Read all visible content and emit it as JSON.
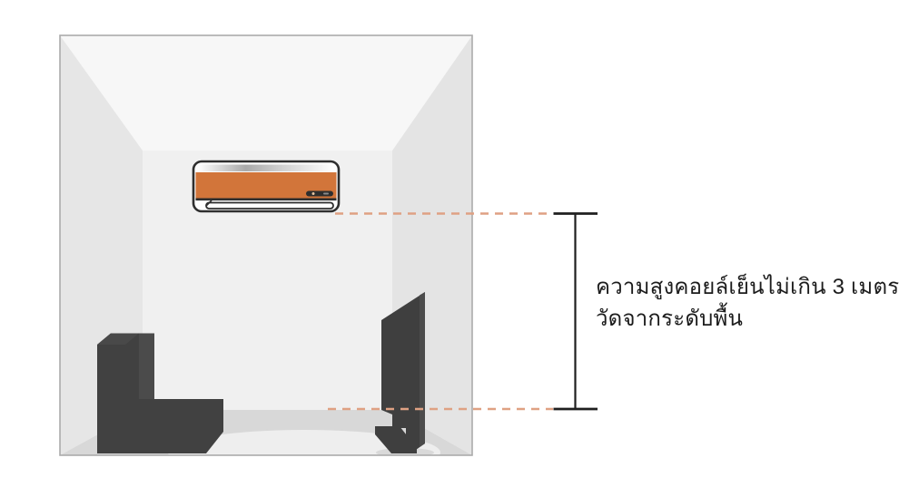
{
  "diagram": {
    "title": "air-conditioner-installation-height-diagram",
    "annotation": {
      "line1": "ความสูงคอยล์เย็นไม่เกิน 3 เมตร",
      "line2": "วัดจากระดับพื้น"
    },
    "measurement": {
      "value": "3",
      "unit": "เมตร",
      "from": "floor-level",
      "to": "indoor-unit-bottom"
    },
    "objects": [
      "air-conditioner-indoor-unit",
      "sofa",
      "tv"
    ],
    "colors": {
      "ac_panel_orange": "#d2753a",
      "dash_salmon": "#dfa183",
      "measure_line_black": "#1f1f1f",
      "furniture_dark": "#414141",
      "ceiling": "#f7f7f7",
      "side_walls": "#e6e6e6",
      "back_wall": "#f0f0f0",
      "floor": "#d8d8d8",
      "floor_highlight": "#eeeeee",
      "room_border": "#ababab",
      "text": "#1c1c1c"
    }
  }
}
